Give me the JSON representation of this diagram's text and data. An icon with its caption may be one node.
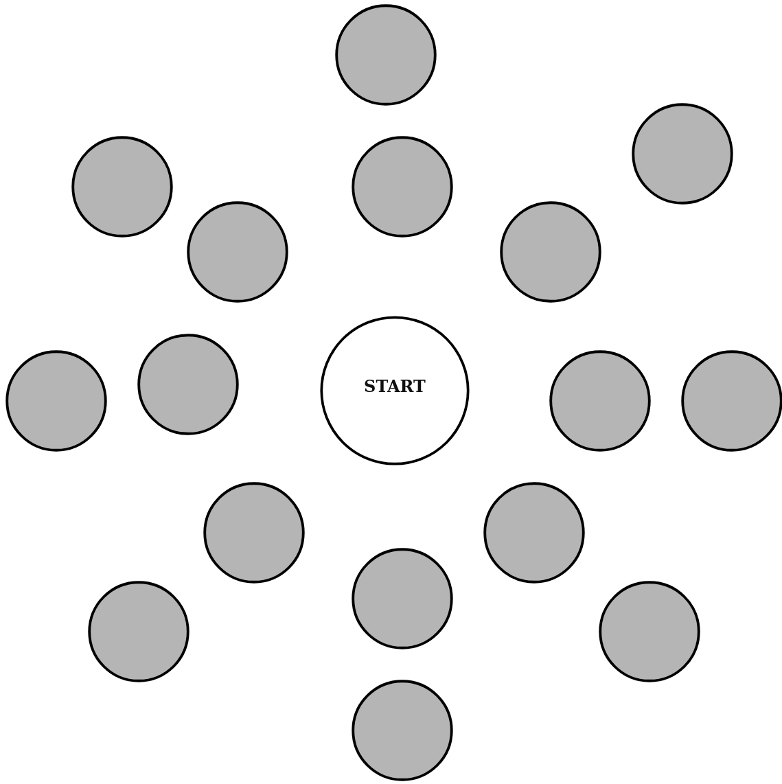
{
  "diagram": {
    "nodes": [
      {
        "text": [],
        "shape": "circle"
      },
      {
        "text": [],
        "shape": "circle"
      },
      {
        "text": [],
        "shape": "circle"
      },
      {
        "text": [],
        "shape": "circle"
      },
      {
        "text": [],
        "shape": "circle"
      },
      {
        "text": [],
        "shape": "circle"
      },
      {
        "text": [],
        "shape": "circle"
      },
      {
        "text": [],
        "shape": "circle"
      },
      {
        "text": [
          "START"
        ]
      },
      {
        "text": [],
        "shape": "circle"
      },
      {
        "text": [],
        "shape": "circle"
      },
      {
        "text": [],
        "shape": "circle"
      },
      {
        "text": [],
        "shape": "circle"
      },
      {
        "text": [],
        "shape": "circle"
      },
      {
        "text": [],
        "shape": "circle"
      },
      {
        "text": [],
        "shape": "circle"
      },
      {
        "text": [],
        "shape": "circle"
      }
    ]
  }
}
